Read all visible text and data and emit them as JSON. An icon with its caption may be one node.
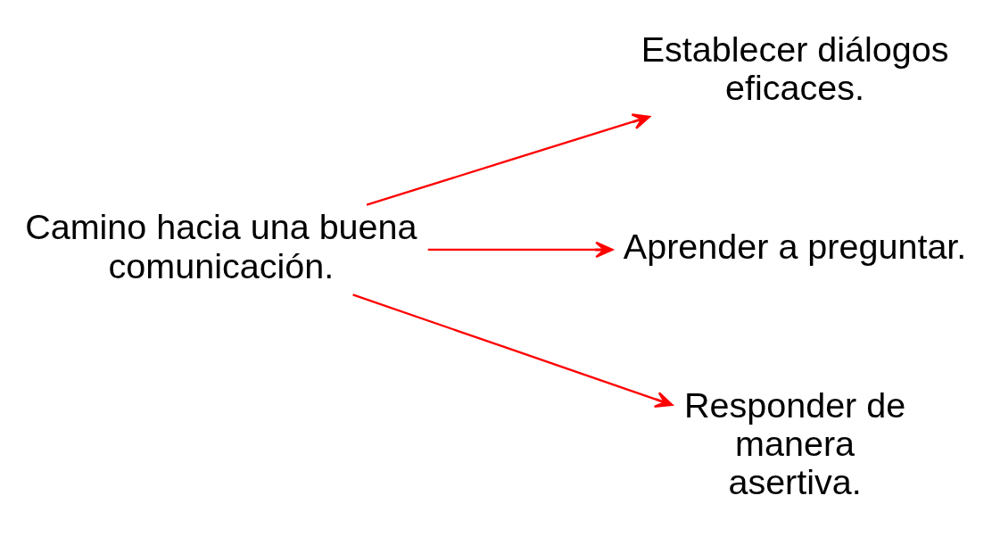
{
  "diagram": {
    "nodes": [
      {
        "text": [
          "Camino hacia una buena comunicación."
        ]
      },
      {
        "text": [
          "Establecer diálogos eficaces."
        ]
      },
      {
        "text": [
          "Aprender a preguntar."
        ]
      },
      {
        "text": [
          "Responder de manera asertiva."
        ]
      }
    ],
    "edges": [
      {
        "from": 0,
        "to": 1,
        "arrow": "to"
      },
      {
        "from": 0,
        "to": 2,
        "arrow": "to"
      },
      {
        "from": 0,
        "to": 3,
        "arrow": "to"
      }
    ]
  }
}
